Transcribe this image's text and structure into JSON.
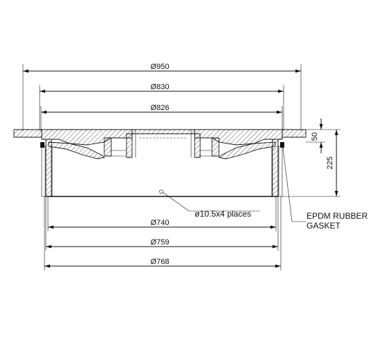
{
  "dimensions": {
    "d950": "Ø950",
    "d830": "Ø830",
    "d826": "Ø826",
    "d740": "Ø740",
    "d759": "Ø759",
    "d768": "Ø768",
    "h50": "50",
    "h225": "225"
  },
  "notes": {
    "holes": "ø10.5x4 places",
    "gasket_line1": "EPDM RUBBER",
    "gasket_line2": "GASKET"
  },
  "colors": {
    "line": "#111111",
    "background": "#ffffff"
  }
}
